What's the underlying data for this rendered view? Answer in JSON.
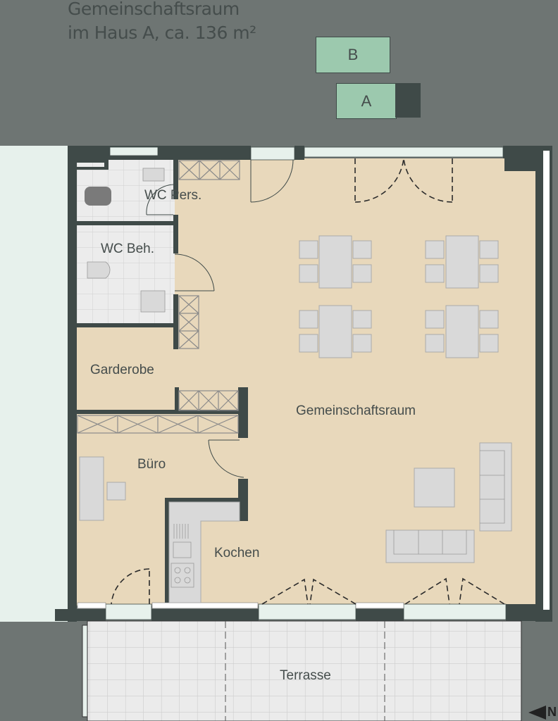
{
  "header": {
    "title_line1": "Gemeinschaftsraum",
    "title_line2": "im Haus A, ca. 136 m²"
  },
  "keyplan": {
    "building_b": "B",
    "building_a": "A",
    "highlight_color": "#3f4a48",
    "building_color": "#9cc9ae"
  },
  "rooms": {
    "wc_pers": "WC Pers.",
    "wc_beh": "WC Beh.",
    "garderobe": "Garderobe",
    "gemeinschaftsraum": "Gemeinschaftsraum",
    "buero": "Büro",
    "kochen": "Kochen",
    "terrasse": "Terrasse"
  },
  "north_arrow": {
    "label": "N"
  },
  "colors": {
    "background": "#6e7573",
    "wall": "#3f4a48",
    "floor": "#e8d8bb",
    "tile": "#ececec",
    "furniture": "#d9d9d9",
    "outside_left": "#e7f1ec"
  }
}
